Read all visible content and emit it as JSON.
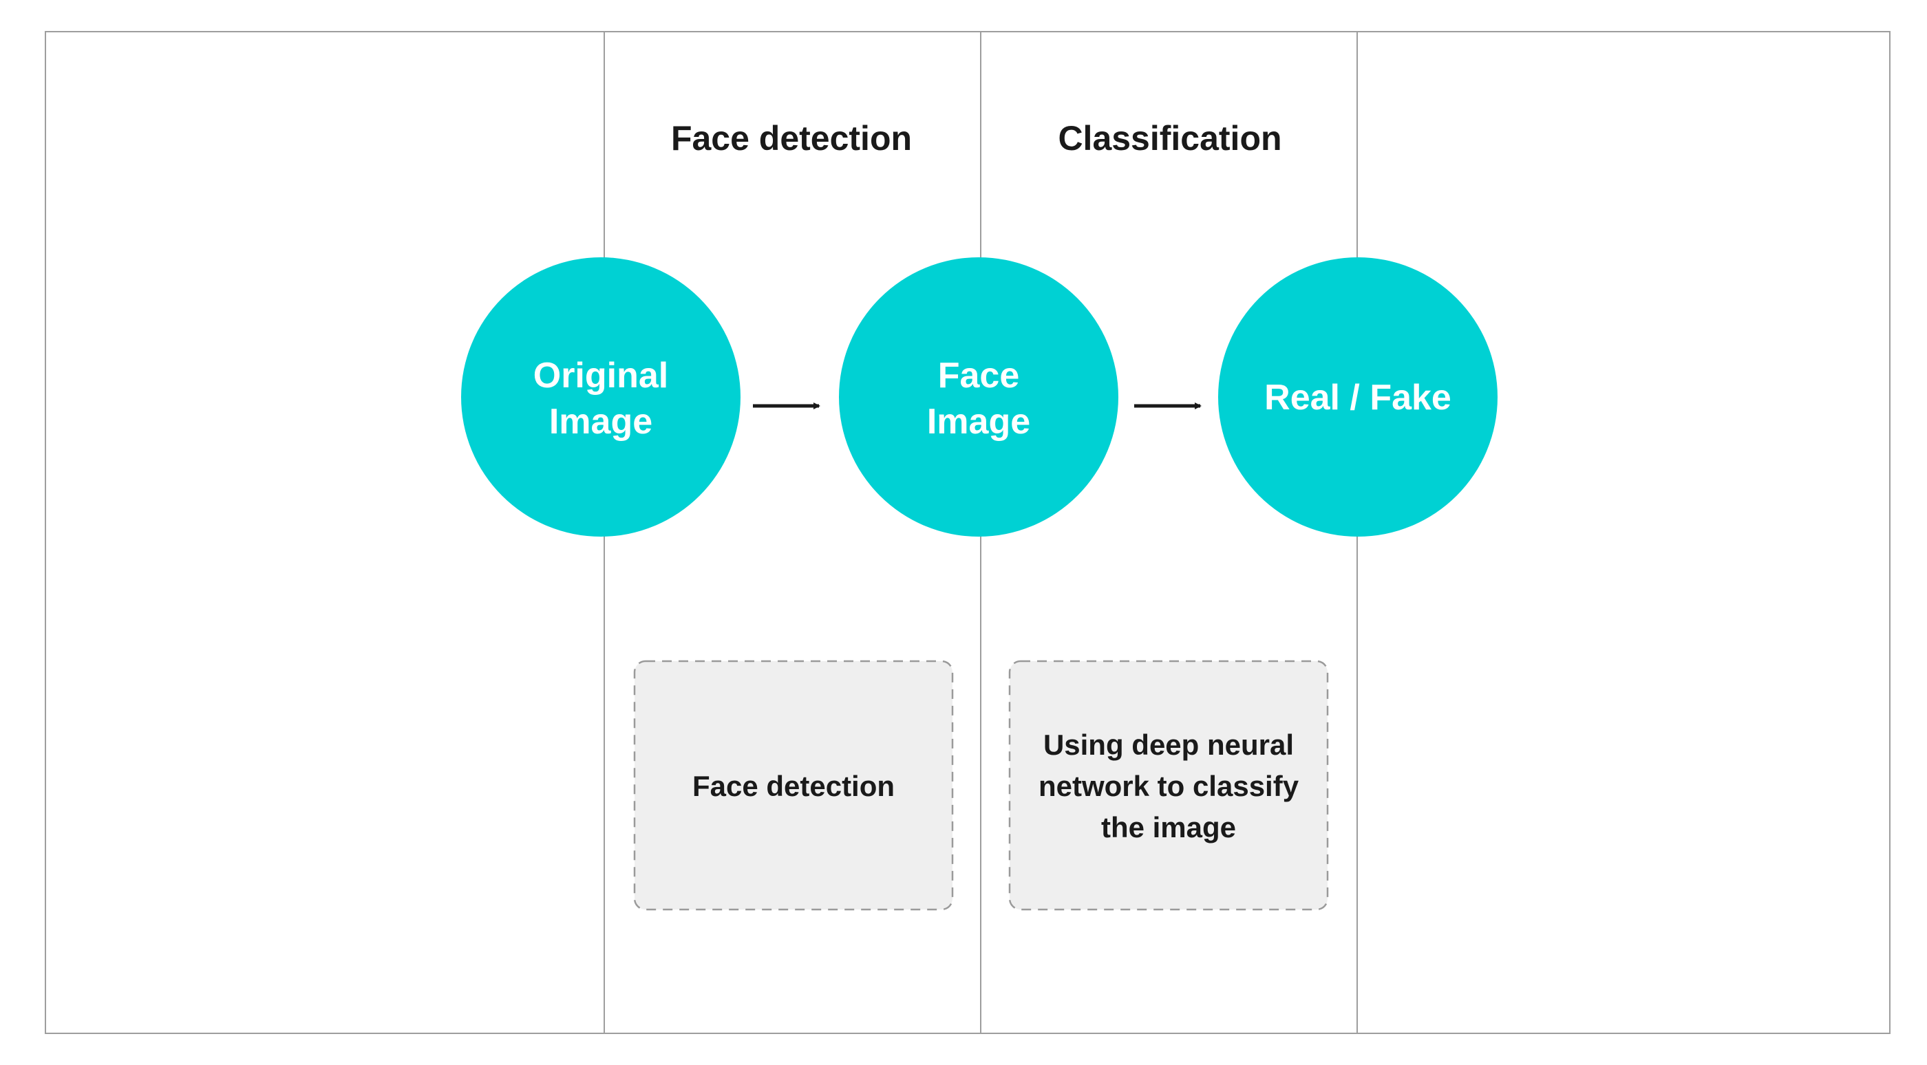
{
  "colors": {
    "node_fill": "#00D1D3",
    "node_text": "#FFFFFF",
    "note_fill": "#EFEFEF",
    "note_border": "#9A9A9A",
    "frame": "#9E9E9E",
    "text": "#1A1A1A"
  },
  "columns": [
    {
      "heading": "Face detection"
    },
    {
      "heading": "Classification"
    }
  ],
  "nodes": [
    {
      "lines": [
        "Original",
        "Image"
      ]
    },
    {
      "lines": [
        "Face",
        "Image"
      ]
    },
    {
      "lines": [
        "Real / Fake"
      ]
    }
  ],
  "arrows": [
    {
      "from": "Original Image",
      "to": "Face Image"
    },
    {
      "from": "Face Image",
      "to": "Real / Fake"
    }
  ],
  "notes": [
    {
      "lines": [
        "Face detection"
      ]
    },
    {
      "lines": [
        "Using deep neural",
        "network to classify",
        "the image"
      ]
    }
  ]
}
